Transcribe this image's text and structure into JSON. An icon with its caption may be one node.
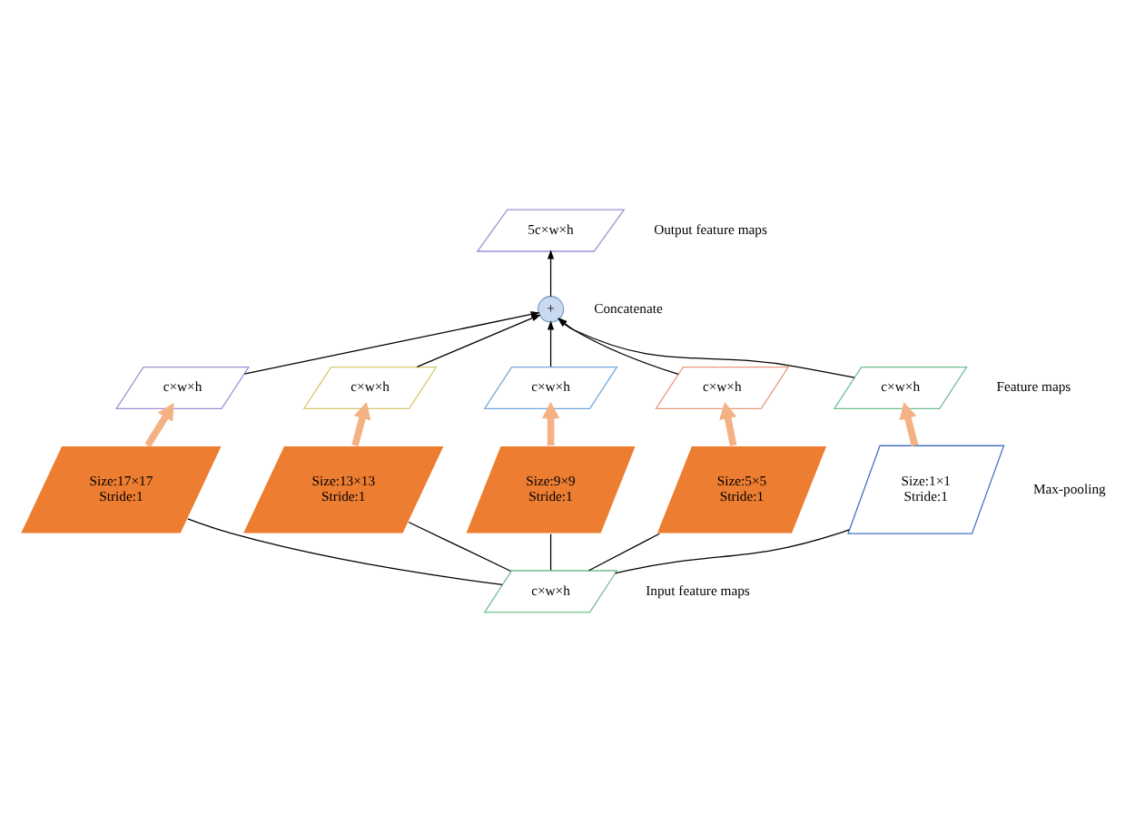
{
  "diagram": {
    "nodes": [
      {
        "text": [
          "5c×w×h"
        ],
        "beside": [
          "Output feature maps"
        ]
      },
      {
        "text": [
          "+"
        ],
        "beside": [
          "Concatenate"
        ]
      },
      {
        "text": [
          "c×w×h"
        ]
      },
      {
        "text": [
          "c×w×h"
        ]
      },
      {
        "text": [
          "c×w×h"
        ]
      },
      {
        "text": [
          "c×w×h"
        ]
      },
      {
        "text": [
          "c×w×h"
        ]
      },
      {
        "text": [
          "Size:17×17",
          "Stride:1"
        ]
      },
      {
        "text": [
          "Size:13×13",
          "Stride:1"
        ]
      },
      {
        "text": [
          "Size:9×9",
          "Stride:1"
        ]
      },
      {
        "text": [
          "Size:5×5",
          "Stride:1"
        ]
      },
      {
        "text": [
          "Size:1×1",
          "Stride:1"
        ]
      },
      {
        "text": [
          "c×w×h"
        ],
        "beside": [
          "Input feature maps"
        ]
      }
    ],
    "edges": [
      {
        "from": 12,
        "to": 7,
        "arrow": "none"
      },
      {
        "from": 12,
        "to": 8,
        "arrow": "none"
      },
      {
        "from": 12,
        "to": 9,
        "arrow": "none"
      },
      {
        "from": 12,
        "to": 10,
        "arrow": "none"
      },
      {
        "from": 12,
        "to": 11,
        "arrow": "none"
      },
      {
        "from": 7,
        "to": 2,
        "arrow": "to",
        "style": "thick",
        "color": "#f4b183"
      },
      {
        "from": 8,
        "to": 3,
        "arrow": "to",
        "style": "thick",
        "color": "#f4b183"
      },
      {
        "from": 9,
        "to": 4,
        "arrow": "to",
        "style": "thick",
        "color": "#f4b183"
      },
      {
        "from": 10,
        "to": 5,
        "arrow": "to",
        "style": "thick",
        "color": "#f4b183"
      },
      {
        "from": 11,
        "to": 6,
        "arrow": "to",
        "style": "thick",
        "color": "#f4b183"
      },
      {
        "from": 2,
        "to": 1,
        "arrow": "to"
      },
      {
        "from": 3,
        "to": 1,
        "arrow": "to"
      },
      {
        "from": 4,
        "to": 1,
        "arrow": "to"
      },
      {
        "from": 5,
        "to": 1,
        "arrow": "to"
      },
      {
        "from": 6,
        "to": 1,
        "arrow": "to"
      },
      {
        "from": 1,
        "to": 0,
        "arrow": "to"
      }
    ],
    "labels": [
      "Feature maps",
      "Max-pooling"
    ]
  }
}
